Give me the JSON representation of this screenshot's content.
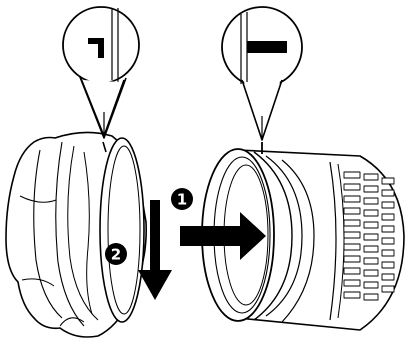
{
  "diagram": {
    "steps": [
      {
        "number": "1",
        "action": "attach"
      },
      {
        "number": "2",
        "action": "rotate"
      }
    ],
    "callouts": [
      {
        "icon": "hood-alignment-mark-icon"
      },
      {
        "icon": "lens-alignment-mark-icon"
      }
    ],
    "colors": {
      "ink": "#000000",
      "paper": "#ffffff",
      "shade": "#d9d9d9"
    }
  }
}
